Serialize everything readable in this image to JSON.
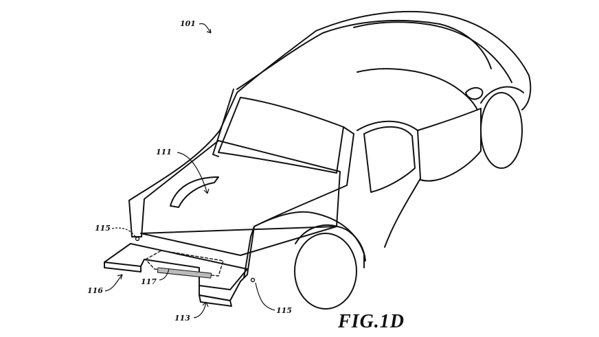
{
  "figure": {
    "caption": "FIG.1D"
  },
  "reference_numerals": {
    "vehicle": "101",
    "bed_floor": "111",
    "hinge_left": "115",
    "hinge_right": "115",
    "tailgate_extension": "116",
    "inner_panel": "117",
    "tailgate_arm": "113"
  }
}
